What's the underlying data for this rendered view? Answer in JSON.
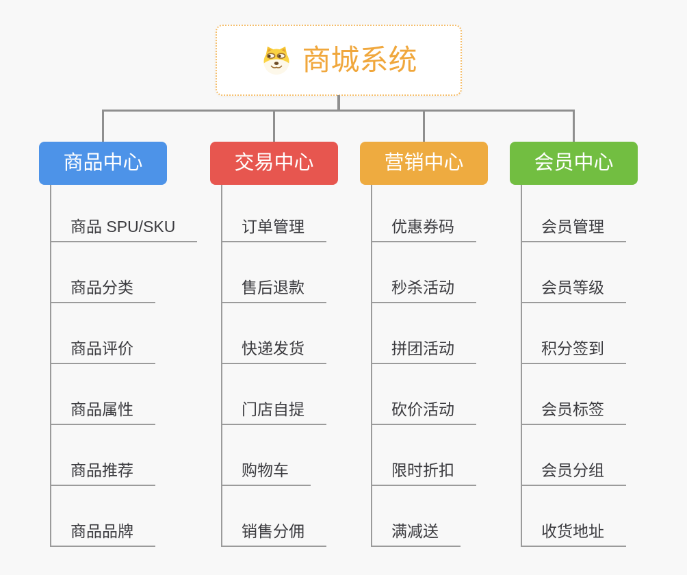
{
  "root": {
    "title": "商城系统",
    "icon": "dog-face"
  },
  "colors": {
    "background": "#f8f8f8",
    "root_text": "#f0a73c",
    "root_border": "#f5be6b",
    "connector": "#8f8f8f",
    "child_line": "#9b9b9b",
    "child_text": "#3b3b3f",
    "branch_blue": "#4d93e8",
    "branch_red": "#e7564f",
    "branch_orange": "#eeab40",
    "branch_green": "#72be41"
  },
  "branches": [
    {
      "label": "商品中心",
      "color": "#4d93e8",
      "children": [
        "商品 SPU/SKU",
        "商品分类",
        "商品评价",
        "商品属性",
        "商品推荐",
        "商品品牌"
      ]
    },
    {
      "label": "交易中心",
      "color": "#e7564f",
      "children": [
        "订单管理",
        "售后退款",
        "快递发货",
        "门店自提",
        "购物车",
        "销售分佣"
      ]
    },
    {
      "label": "营销中心",
      "color": "#eeab40",
      "children": [
        "优惠券码",
        "秒杀活动",
        "拼团活动",
        "砍价活动",
        "限时折扣",
        "满减送"
      ]
    },
    {
      "label": "会员中心",
      "color": "#72be41",
      "children": [
        "会员管理",
        "会员等级",
        "积分签到",
        "会员标签",
        "会员分组",
        "收货地址"
      ]
    }
  ]
}
